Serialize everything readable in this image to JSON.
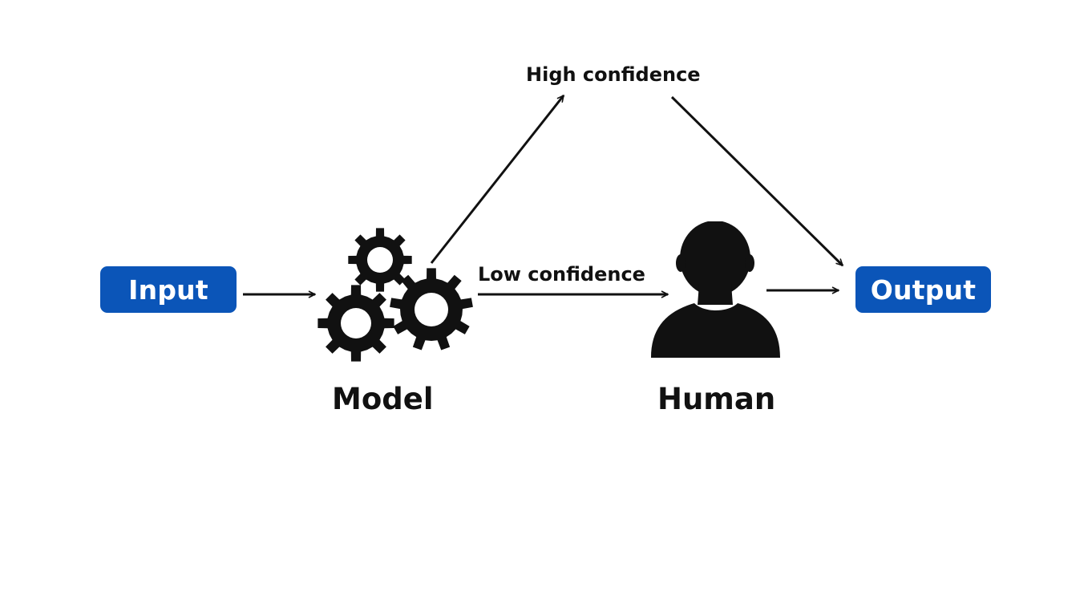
{
  "nodes": {
    "input": {
      "label": "Input"
    },
    "output": {
      "label": "Output"
    },
    "model": {
      "label": "Model",
      "icon": "gears-icon"
    },
    "human": {
      "label": "Human",
      "icon": "person-icon"
    }
  },
  "edges": {
    "high_confidence": {
      "label": "High confidence"
    },
    "low_confidence": {
      "label": "Low confidence"
    }
  },
  "colors": {
    "accent": "#0b55b8",
    "ink": "#111111",
    "background": "#ffffff"
  }
}
